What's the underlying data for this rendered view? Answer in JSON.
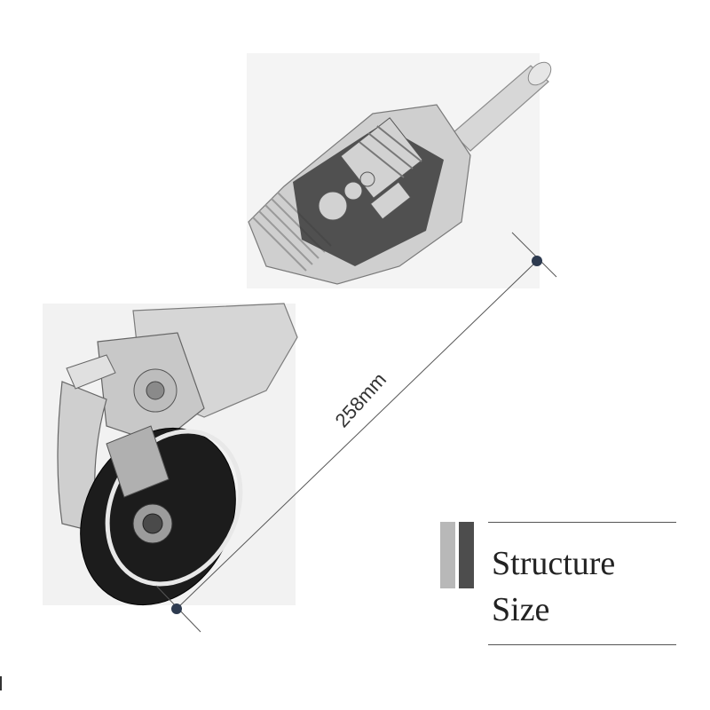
{
  "dimension": {
    "label": "258mm"
  },
  "caption": {
    "line1": "Structure",
    "line2": "Size"
  },
  "colors": {
    "bar_light": "#b8b8b8",
    "bar_dark": "#4d4d4d",
    "tool_body": "#d9d9d9",
    "tool_shadow": "#6e6e6e",
    "disc": "#1a1a1a",
    "dimension_dot": "#2d3a4f"
  },
  "icons": {
    "tool": "angle-grinder-illustration",
    "dimension_endpoint": "dot"
  }
}
